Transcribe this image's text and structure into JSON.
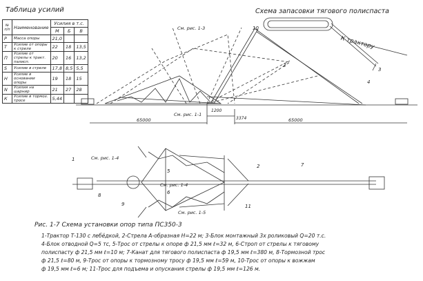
{
  "table": {
    "title": "Таблица усилий",
    "headers": {
      "num": "№ п/п",
      "name": "Наименование",
      "force": "Усилия в т.с.",
      "sub": [
        "М",
        "Б",
        "В"
      ]
    },
    "rows": [
      {
        "id": "Р",
        "name": "Масса опоры",
        "v1": "21,0",
        "v2": "",
        "v3": ""
      },
      {
        "id": "Т",
        "name": "Усилие от опоры к стреле",
        "v1": "22",
        "v2": "18",
        "v3": "13,5"
      },
      {
        "id": "П",
        "name": "Усилие от стрелы к тракт. палисп.",
        "v1": "20",
        "v2": "16",
        "v3": "13,2"
      },
      {
        "id": "S",
        "name": "Усилие в стреле",
        "v1": "17,8",
        "v2": "8,5",
        "v3": "5,5"
      },
      {
        "id": "Н",
        "name": "Усилие в основании опоры",
        "v1": "19",
        "v2": "18",
        "v3": "15"
      },
      {
        "id": "N",
        "name": "Усилия на шарнир",
        "v1": "21",
        "v2": "27",
        "v3": "28"
      },
      {
        "id": "К",
        "name": "Усилие в тормоз. тросе",
        "v1": "5,44",
        "v2": "",
        "v3": ""
      }
    ]
  },
  "top": {
    "scheme_title": "Схема запасовки тягового полиспаста",
    "to_tractor": "К трактору",
    "ref_1_3": "См. рис. 1-3",
    "ref_1_1": "См. рис. 1-1",
    "dim_left": "65000",
    "dim_right": "65000",
    "dim_1200": "1200",
    "dim_3374": "3374",
    "marks": [
      "10",
      "3",
      "4",
      "3"
    ]
  },
  "plan": {
    "ref_1_4": "См. рис. 1-4",
    "ref_1_4b": "См. рис. 1-4",
    "ref_1_5": "См. рис. 1-5",
    "marks": [
      "1",
      "8",
      "9",
      "5",
      "6",
      "2",
      "7",
      "11"
    ]
  },
  "caption": {
    "title": "Рис. 1-7 Схема установки опор типа ПС350-3",
    "lines": [
      "1-Трактор Т-130 с лебёдкой, 2-Стрела А-образная Н=22 м; 3-Блок монтажный 3х роликовый Q=20 т.с.",
      "4-Блок отводной Q=5 тс, 5-Трос от стрелы к опоре ф 21,5 мм ℓ=32 м, 6-Строп от стрелы к тяговому",
      "полиспасту ф 21,5 мм ℓ=10 м; 7-Канат для тягового полиспаста ф 19,5 мм ℓ=380 м, 8-Тормозной трос",
      "ф 21,5 ℓ=80 м, 9-Трос от опоры к тормозному тросу ф 19,5 мм ℓ=59 м, 10-Трос от опоры к вожжам",
      "ф 19,5 мм ℓ=6 м; 11-Трос для подъема и опускания стрелы ф 19,5 мм ℓ=126 м."
    ]
  }
}
